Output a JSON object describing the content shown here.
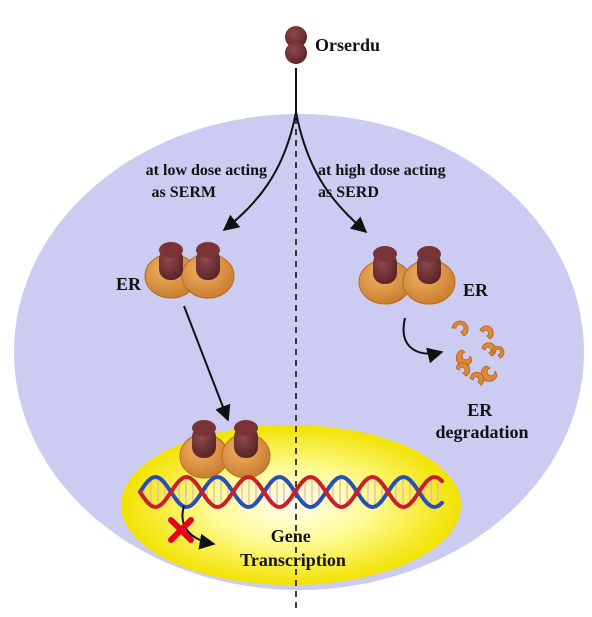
{
  "drug": {
    "name": "Orserdu"
  },
  "pathways": {
    "low_dose": {
      "line1": "at low dose acting",
      "line2": "as SERM"
    },
    "high_dose": {
      "line1": "at high dose acting",
      "line2": "as SERD"
    }
  },
  "receptor": {
    "left_label": "ER",
    "right_label": "ER"
  },
  "degradation": {
    "line1": "ER",
    "line2": "degradation"
  },
  "nucleus": {
    "line1": "Gene",
    "line2": "Transcription"
  },
  "colors": {
    "cell": "#cccdf2",
    "nucleus_center": "#fffdb0",
    "nucleus_edge": "#f3e400",
    "receptor": "#d98a3a",
    "ligand": "#6b2a2e",
    "dna_strand_red": "#c8202a",
    "dna_strand_blue": "#2a4fb0",
    "block_mark": "#e3001b"
  }
}
